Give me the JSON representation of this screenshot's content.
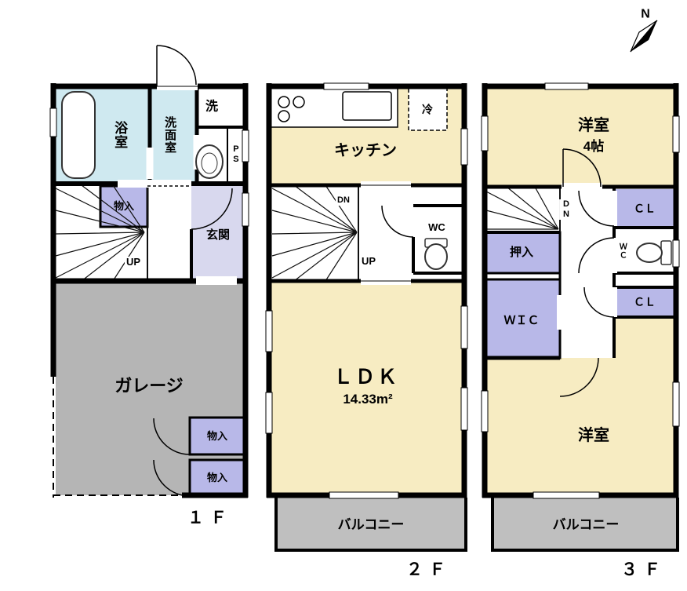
{
  "compass": {
    "north_label": "N"
  },
  "colors": {
    "wall": "#000000",
    "wet_room": "#cfe9f0",
    "living_room": "#f7ecc2",
    "closet": "#b8b8e8",
    "entrance": "#d8d8ee",
    "garage": "#b5b5b5",
    "balcony": "#bfbfbf"
  },
  "floor1": {
    "label": "１Ｆ",
    "bath": "浴室",
    "washroom": "洗面室",
    "laundry": "洗",
    "pipe_space": "PS",
    "storage_top": "物入",
    "stairs_up": "UP",
    "entrance": "玄関",
    "garage": "ガレージ",
    "storage_mid": "物入",
    "storage_bottom": "物入"
  },
  "floor2": {
    "label": "２Ｆ",
    "kitchen": "キッチン",
    "refrigerator": "冷",
    "stairs_down": "DN",
    "stairs_up": "UP",
    "toilet": "WC",
    "ldk": "ＬＤＫ",
    "ldk_area": "14.33m²",
    "balcony": "バルコニー"
  },
  "floor3": {
    "label": "３Ｆ",
    "bedroom_top": "洋室",
    "bedroom_top_size": "4帖",
    "stairs_down": "DN",
    "closet_top": "ＣＬ",
    "oshiire": "押入",
    "toilet": "ＷＣ",
    "closet_mid": "ＣＬ",
    "wic": "ＷＩＣ",
    "bedroom_bottom": "洋室",
    "balcony": "バルコニー"
  }
}
